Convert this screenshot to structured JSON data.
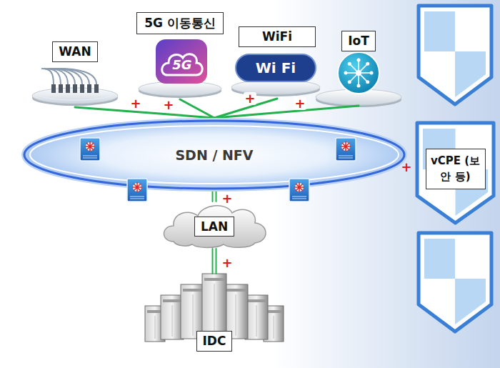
{
  "diagram": {
    "nodes": [
      {
        "text": [
          "WAN"
        ]
      },
      {
        "text": [
          "5G 이동통신"
        ]
      },
      {
        "text": [
          "WiFi"
        ]
      },
      {
        "text": [
          "IoT"
        ]
      },
      {
        "text": [
          "SDN / NFV"
        ]
      },
      {
        "text": [
          "vCPE (보안 등)"
        ]
      },
      {
        "text": [
          "LAN"
        ]
      },
      {
        "text": [
          "IDC"
        ]
      }
    ],
    "edges": [
      {
        "from": 0,
        "to": 4,
        "arrow": "none",
        "label": "+"
      },
      {
        "from": 1,
        "to": 4,
        "arrow": "none",
        "label": "+"
      },
      {
        "from": 2,
        "to": 4,
        "arrow": "none",
        "label": "+"
      },
      {
        "from": 3,
        "to": 4,
        "arrow": "none",
        "label": "+"
      },
      {
        "from": 4,
        "to": 6,
        "arrow": "none",
        "label": "+"
      },
      {
        "from": 6,
        "to": 7,
        "arrow": "none",
        "label": "+"
      }
    ],
    "labels": [
      "5G",
      "Wi Fi",
      "+"
    ]
  }
}
